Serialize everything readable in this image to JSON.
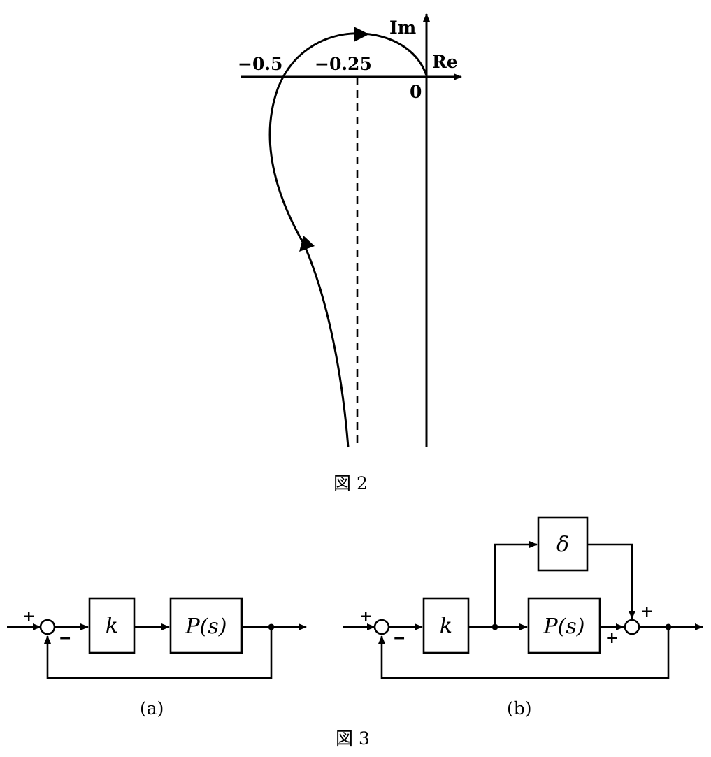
{
  "figure2": {
    "axis_im_label": "Im",
    "axis_re_label": "Re",
    "origin_label": "0",
    "tick_neg_half": "−0.5",
    "tick_neg_quarter": "−0.25",
    "caption": "図 2"
  },
  "figure3": {
    "caption": "図 3",
    "diagram_a": {
      "sublabel": "(a)",
      "gain_block": "k",
      "plant_block": "P(s)",
      "input_sign": "+",
      "feedback_sign": "−"
    },
    "diagram_b": {
      "sublabel": "(b)",
      "gain_block": "k",
      "plant_block": "P(s)",
      "perturbation_block": "δ",
      "input_sign": "+",
      "feedback_sign": "−",
      "sum_top_sign": "+",
      "sum_left_sign": "+"
    }
  },
  "chart_data": {
    "type": "line",
    "title": "",
    "xlabel": "Re",
    "ylabel": "Im",
    "x_ticks": [
      -0.5,
      -0.25,
      0
    ],
    "asymptote_x": -0.25,
    "curve_points": [
      [
        -0.26,
        -2.8
      ],
      [
        -0.29,
        -2.2
      ],
      [
        -0.36,
        -1.6
      ],
      [
        -0.44,
        -1.0
      ],
      [
        -0.51,
        -0.45
      ],
      [
        -0.53,
        -0.25
      ],
      [
        -0.5,
        0.0
      ],
      [
        -0.4,
        0.1
      ],
      [
        -0.2,
        0.13
      ],
      [
        -0.08,
        0.08
      ],
      [
        0.0,
        0.0
      ]
    ]
  }
}
